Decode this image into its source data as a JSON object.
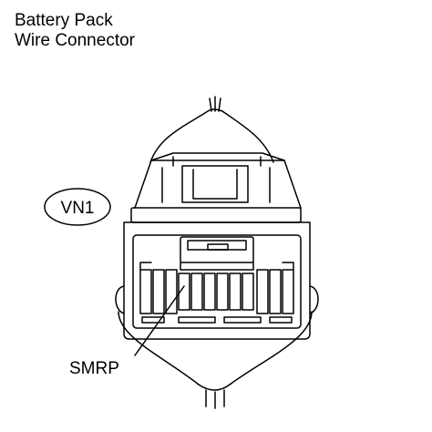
{
  "header": {
    "line1": "Battery Pack",
    "line2": "Wire Connector"
  },
  "labels": {
    "connector_code": "VN1",
    "pin_label": "SMRP"
  },
  "colors": {
    "line": "#000000",
    "background": "#ffffff"
  }
}
